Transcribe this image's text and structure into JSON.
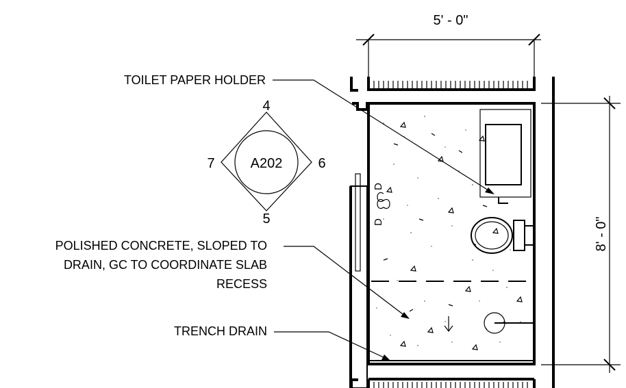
{
  "dimensions": {
    "width_label": "5' - 0\"",
    "height_label": "8' - 0\""
  },
  "section_marker": {
    "id": "A202",
    "north": "4",
    "south": "5",
    "east": "6",
    "west": "7"
  },
  "callouts": {
    "toilet_paper_holder": "TOILET PAPER HOLDER",
    "polished_concrete_line1": "POLISHED CONCRETE, SLOPED TO",
    "polished_concrete_line2": "DRAIN, GC TO COORDINATE SLAB",
    "polished_concrete_line3": "RECESS",
    "trench_drain": "TRENCH DRAIN"
  },
  "door_tags": {
    "top": "D",
    "bottom": "D"
  },
  "icons": [
    "section-marker-icon",
    "toilet-icon",
    "lavatory-sink-icon",
    "shower-drain-icon",
    "slope-arrow-icon",
    "door-icon"
  ]
}
